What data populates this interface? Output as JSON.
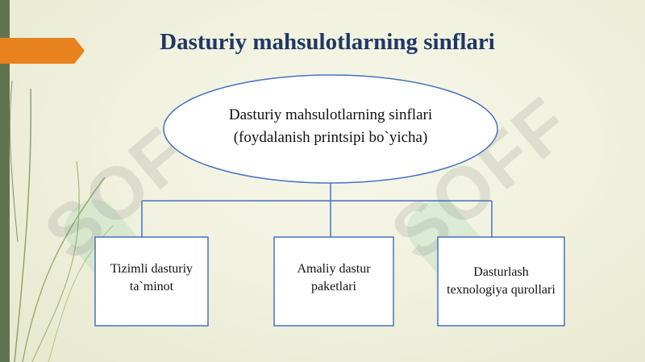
{
  "slide": {
    "title": "Dasturiy mahsulotlarning sinflari"
  },
  "diagram": {
    "root": {
      "line1": "Dasturiy mahsulotlarning sinflari",
      "line2": "(foydalanish printsipi bo`yicha)"
    },
    "children": [
      {
        "line1": "Tizimli dasturiy",
        "line2": "ta`minot"
      },
      {
        "line1": "Amaliy dastur",
        "line2": "paketlari"
      },
      {
        "line1": "Dasturlash",
        "line2": "texnologiya qurollari"
      }
    ],
    "colors": {
      "stroke": "#4472c4",
      "fill": "#ffffff",
      "title": "#1f3864"
    }
  },
  "watermark": {
    "text": "SOFF"
  }
}
